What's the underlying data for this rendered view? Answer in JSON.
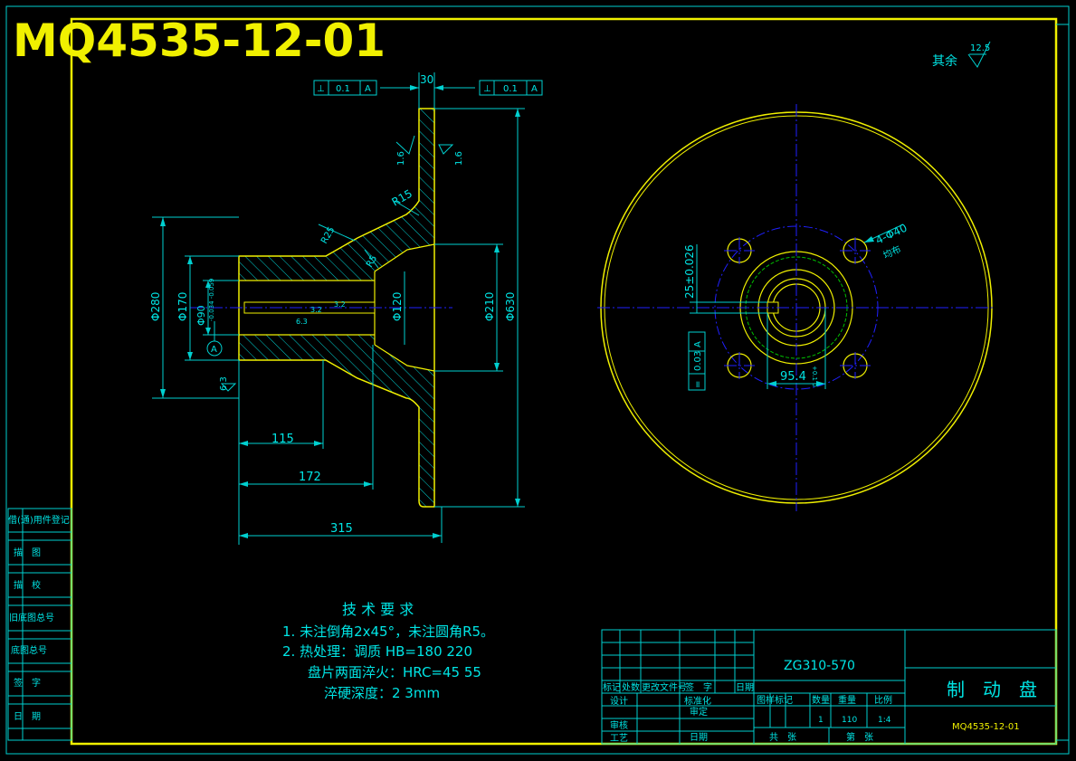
{
  "drawing": {
    "number_big": "MQ4535-12-01",
    "roughness_rest_label": "其余",
    "roughness_rest_value": "12.5"
  },
  "left_view": {
    "tol_left": {
      "sym": "⊥",
      "value": "0.1",
      "datum": "A"
    },
    "tol_right": {
      "sym": "⊥",
      "value": "0.1",
      "datum": "A"
    },
    "dim_thickness": "30",
    "rough_a": "1.6",
    "rough_b": "1.6",
    "r15": "R15",
    "ang1": "R25",
    "ang2": "R5",
    "dia_280": "Φ280",
    "dia_170": "Φ170",
    "dia_90": "Φ90",
    "dia_90_tol": "-0.034 -0.059",
    "dia_120": "Φ120",
    "dia_210": "Φ210",
    "dia_630": "Φ630",
    "datum_a": "A",
    "rough_c": "6.3",
    "rough_d": "3.2",
    "rough_e": "3.2",
    "rough_f": "6.3",
    "dim_115": "115",
    "dim_172": "172",
    "dim_315": "315"
  },
  "right_view": {
    "holes_label": "4-Φ40",
    "holes_note": "均布",
    "dim_25": "25±0.026",
    "dim_954": "95.4",
    "dim_954_tol": "+0.1 0",
    "tol_sym": "=",
    "tol_value": "0.03",
    "tol_datum": "A"
  },
  "tech": {
    "title": "技 术 要 求",
    "l1": "1.  未注倒角2x45°，未注圆角R5。",
    "l2": "2.  热处理：调质 HB=180  220",
    "l3": "盘片两面淬火：HRC=45  55",
    "l4": "淬硬深度：2  3mm"
  },
  "side_table": [
    "借(通)用件登记",
    "描　图",
    "描　校",
    "旧底图总号",
    "底图总号",
    "签　字",
    "日　期"
  ],
  "title_block": {
    "material": "ZG310-570",
    "part_name": "制　动　盘",
    "drawing_no": "MQ4535-12-01",
    "rev_headers": [
      "标记",
      "处数",
      "更改文件号",
      "签　字",
      "日期"
    ],
    "design": "设计",
    "standard": "标准化",
    "check": "审核",
    "approve": "审定",
    "process": "工艺",
    "date": "日期",
    "stage_headers": [
      "图样标记",
      "数量",
      "重量",
      "比例"
    ],
    "qty": "1",
    "weight": "110",
    "scale": "1:4",
    "total": "共　张",
    "sheet": "第　张"
  }
}
